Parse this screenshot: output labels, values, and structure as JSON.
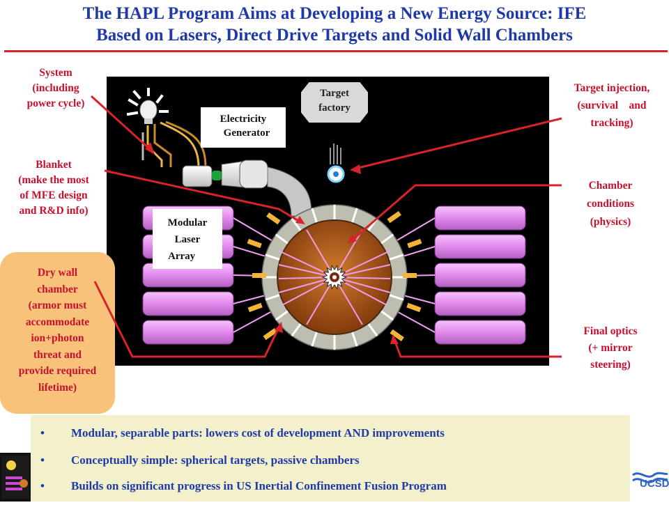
{
  "title": {
    "line1": "The HAPL Program Aims at Developing a New Energy Source: IFE",
    "line2": "Based on Lasers, Direct Drive Targets and Solid Wall Chambers"
  },
  "diagram": {
    "boxes": {
      "target_factory": [
        "Target",
        "factory"
      ],
      "electricity_generator": [
        "Electricity",
        "Generator"
      ],
      "modular_laser_array": [
        "Modular",
        "Laser",
        "Array"
      ]
    }
  },
  "callouts": {
    "system": [
      "System",
      "(including",
      "power cycle)"
    ],
    "blanket": [
      "Blanket",
      "(make the most",
      "of MFE design",
      "and R&D info)"
    ],
    "dry_wall": [
      "Dry wall",
      "chamber",
      "(armor must",
      "accommodate",
      "ion+photon",
      "threat and",
      "provide required",
      "lifetime)"
    ],
    "target_injection": [
      "Target injection,",
      "(survival    and",
      "tracking)"
    ],
    "chamber_conditions": [
      "Chamber",
      "conditions",
      "(physics)"
    ],
    "final_optics": [
      "Final optics",
      "(+ mirror",
      "steering)"
    ]
  },
  "bullets": [
    "Modular, separable parts:  lowers cost of development AND improvements",
    "Conceptually simple: spherical targets, passive chambers",
    "Builds on significant progress in US Inertial Confinement Fusion Program"
  ],
  "bullet_marker": "•",
  "logos": {
    "right_text": "UCSD"
  },
  "colors": {
    "title": "#1f3aa8",
    "callout": "#c8102e",
    "bullet_text": "#1f3aa8",
    "laser_tube": "#e58ef0",
    "dry_wall_bg": "#f8c27a",
    "bullet_bg": "#f3f1cc",
    "chamber_core": "#a8561a"
  }
}
